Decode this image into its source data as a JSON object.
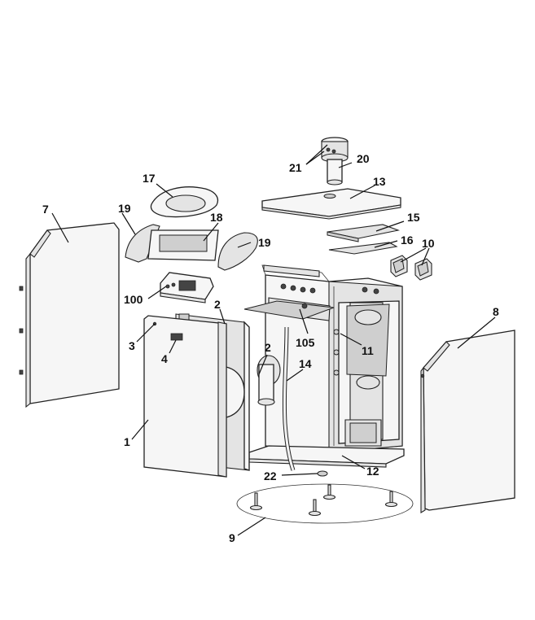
{
  "callouts": [
    {
      "id": "c1",
      "text": "1"
    },
    {
      "id": "c2a",
      "text": "2"
    },
    {
      "id": "c2b",
      "text": "2"
    },
    {
      "id": "c3",
      "text": "3"
    },
    {
      "id": "c4",
      "text": "4"
    },
    {
      "id": "c7",
      "text": "7"
    },
    {
      "id": "c8",
      "text": "8"
    },
    {
      "id": "c9",
      "text": "9"
    },
    {
      "id": "c10",
      "text": "10"
    },
    {
      "id": "c11",
      "text": "11"
    },
    {
      "id": "c12",
      "text": "12"
    },
    {
      "id": "c13",
      "text": "13"
    },
    {
      "id": "c14",
      "text": "14"
    },
    {
      "id": "c15",
      "text": "15"
    },
    {
      "id": "c16",
      "text": "16"
    },
    {
      "id": "c17",
      "text": "17"
    },
    {
      "id": "c18",
      "text": "18"
    },
    {
      "id": "c19a",
      "text": "19"
    },
    {
      "id": "c19b",
      "text": "19"
    },
    {
      "id": "c20",
      "text": "20"
    },
    {
      "id": "c21",
      "text": "21"
    },
    {
      "id": "c22",
      "text": "22"
    },
    {
      "id": "c100",
      "text": "100"
    },
    {
      "id": "c105",
      "text": "105"
    }
  ]
}
